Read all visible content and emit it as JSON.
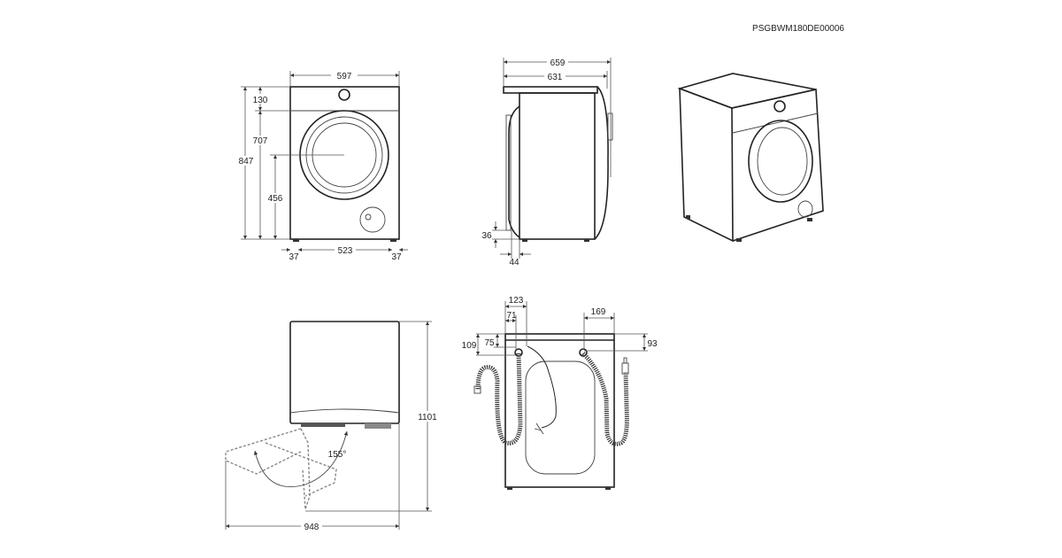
{
  "document_code": "PSGBWM180DE00006",
  "front_view": {
    "width": "597",
    "height_total": "847",
    "panel_height": "130",
    "below_panel": "707",
    "door_center_height": "456",
    "foot_spacing": "523",
    "foot_offset_left": "37",
    "foot_offset_right": "37"
  },
  "side_view": {
    "depth_total": "659",
    "depth_body": "631",
    "foot_height": "36",
    "door_protrusion": "44"
  },
  "top_view": {
    "door_angle": "155°",
    "depth_open": "1101",
    "width_open": "948"
  },
  "back_view": {
    "inlet_left_outer": "123",
    "inlet_left_inner": "71",
    "drain_right": "169",
    "left_height_outer": "109",
    "left_height_inner": "75",
    "right_height": "93"
  }
}
